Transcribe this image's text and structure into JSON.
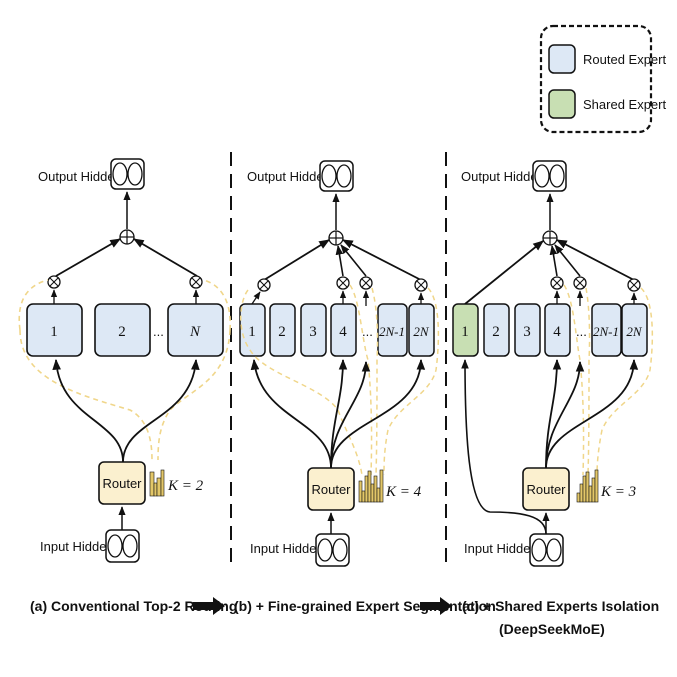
{
  "legend": {
    "routed_label": "Routed Expert",
    "shared_label": "Shared Expert"
  },
  "colors": {
    "routed_fill": "#dde8f5",
    "shared_fill": "#c8dfb3",
    "router_fill": "#fbf0cf",
    "dashed_route": "#f0d68a",
    "bars": "#e3c768"
  },
  "panels": [
    {
      "output_label": "Output Hidden",
      "input_label": "Input Hidden",
      "router_label": "Router",
      "k_text": "K = 2",
      "experts": [
        "1",
        "2",
        "N"
      ],
      "caption": "(a) Conventional Top-2 Routing"
    },
    {
      "output_label": "Output Hidden",
      "input_label": "Input Hidden",
      "router_label": "Router",
      "k_text": "K = 4",
      "experts": [
        "1",
        "2",
        "3",
        "4",
        "2N-1",
        "2N"
      ],
      "caption": "(b) + Fine-grained Expert Segmentation"
    },
    {
      "output_label": "Output Hidden",
      "input_label": "Input Hidden",
      "router_label": "Router",
      "k_text": "K = 3",
      "experts": [
        "1",
        "2",
        "3",
        "4",
        "2N-1",
        "2N"
      ],
      "caption": "(c) + Shared Experts Isolation",
      "caption_line2": "(DeepSeekMoE)"
    }
  ],
  "ellipsis": "..."
}
